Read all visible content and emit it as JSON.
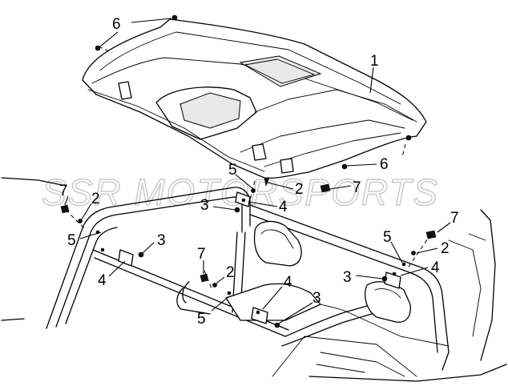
{
  "watermark": "SSR MOTORSPORTS",
  "callouts": [
    {
      "id": "c1",
      "label": "1"
    },
    {
      "id": "c6a",
      "label": "6"
    },
    {
      "id": "c6b",
      "label": "6"
    },
    {
      "id": "c5a",
      "label": "5"
    },
    {
      "id": "c2a",
      "label": "2"
    },
    {
      "id": "c7a",
      "label": "7"
    },
    {
      "id": "c4a",
      "label": "4"
    },
    {
      "id": "c3a",
      "label": "3"
    },
    {
      "id": "c7b",
      "label": "7"
    },
    {
      "id": "c2b",
      "label": "2"
    },
    {
      "id": "c5b",
      "label": "5"
    },
    {
      "id": "c3b",
      "label": "3"
    },
    {
      "id": "c4b",
      "label": "4"
    },
    {
      "id": "c7c",
      "label": "7"
    },
    {
      "id": "c2c",
      "label": "2"
    },
    {
      "id": "c5c",
      "label": "5"
    },
    {
      "id": "c4c",
      "label": "4"
    },
    {
      "id": "c3c",
      "label": "3"
    },
    {
      "id": "c7d",
      "label": "7"
    },
    {
      "id": "c5d",
      "label": "5"
    },
    {
      "id": "c2d",
      "label": "2"
    },
    {
      "id": "c4d",
      "label": "4"
    },
    {
      "id": "c3d",
      "label": "3"
    }
  ]
}
